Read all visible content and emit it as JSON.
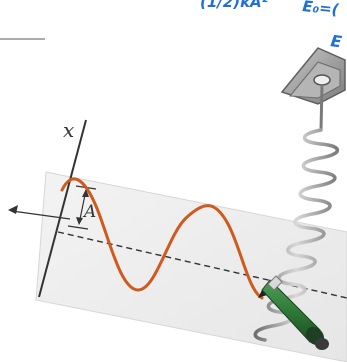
{
  "formulas": {
    "formula_1": "(1/2)kA²",
    "formula_2": "E₀=(",
    "formula_3": "E"
  },
  "axis": {
    "x_label": "x",
    "amplitude_label": "A"
  },
  "colors": {
    "formula_text": "#1f6fd6",
    "wave": "#cf5a1e",
    "pen_body": "#2f7a38",
    "spring": "#9a9a9a",
    "mount": "#8f8f8f"
  },
  "icons": {
    "spring": "spring-icon",
    "pen": "pen-icon",
    "mount": "mount-bracket-icon"
  }
}
